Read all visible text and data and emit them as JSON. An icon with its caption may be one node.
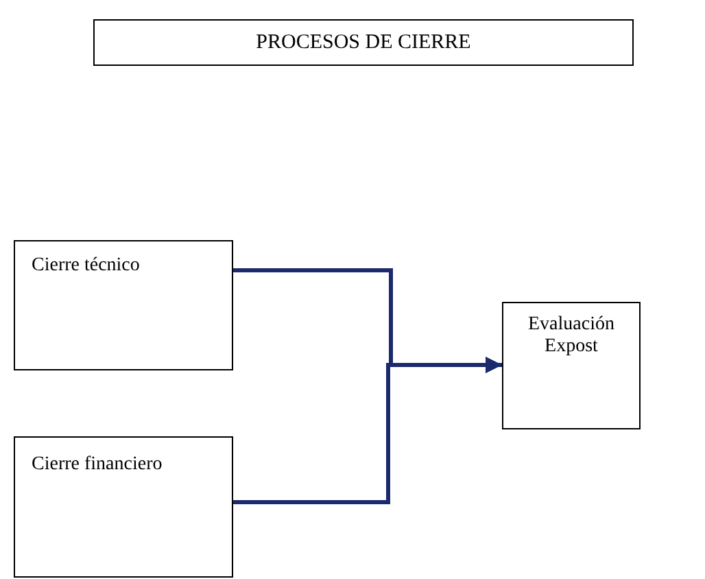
{
  "diagram": {
    "nodes": [
      {
        "text": [
          "PROCESOS DE CIERRE"
        ]
      },
      {
        "text": [
          "Cierre técnico"
        ]
      },
      {
        "text": [
          "Cierre financiero"
        ]
      },
      {
        "text": [
          "Evaluación Expost"
        ]
      }
    ],
    "edges": [
      {
        "from": 1,
        "to": 3,
        "arrow": "to"
      },
      {
        "from": 2,
        "to": 3,
        "arrow": "to"
      }
    ]
  }
}
